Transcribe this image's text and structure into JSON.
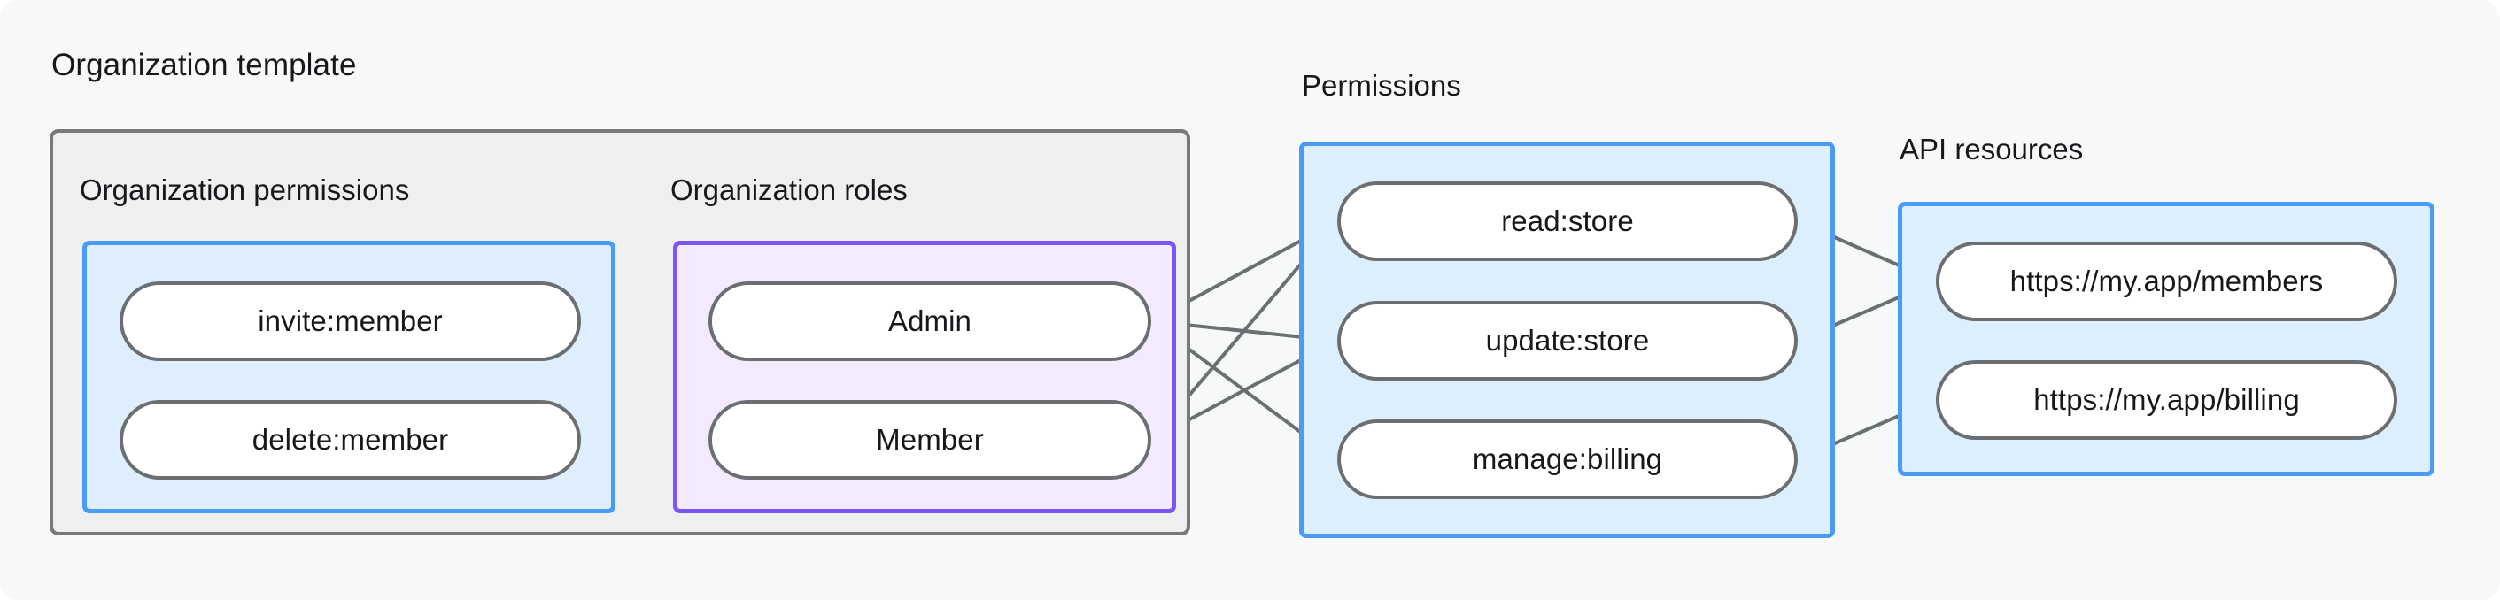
{
  "diagram": {
    "title_visible": false,
    "background_color": "#f7f8f8"
  },
  "groups": {
    "organization_template": {
      "label": "Organization template",
      "border_color": "#77797b",
      "fill_color": "#eeefef"
    },
    "organization_permissions": {
      "label": "Organization permissions",
      "border_color": "#4a9bf5",
      "fill_color": "#dfeefc",
      "nodes": [
        {
          "label": "invite:member"
        },
        {
          "label": "delete:member"
        }
      ]
    },
    "organization_roles": {
      "label": "Organization roles",
      "border_color": "#7c55f8",
      "fill_color": "#f3ebfd",
      "nodes": [
        {
          "label": "Admin"
        },
        {
          "label": "Member"
        }
      ]
    },
    "permissions": {
      "label": "Permissions",
      "border_color": "#4a9bf5",
      "fill_color": "#ddeefc",
      "nodes": [
        {
          "label": "read:store"
        },
        {
          "label": "update:store"
        },
        {
          "label": "manage:billing"
        }
      ]
    },
    "api_resources": {
      "label": "API resources",
      "border_color": "#4a9bf5",
      "fill_color": "#ddeefc",
      "nodes": [
        {
          "label": "https://my.app/members"
        },
        {
          "label": "https://my.app/billing"
        }
      ]
    }
  },
  "edges": [
    {
      "from": "invite:member",
      "to": "Admin"
    },
    {
      "from": "invite:member",
      "to": "Member"
    },
    {
      "from": "delete:member",
      "to": "Member"
    },
    {
      "from": "Admin",
      "to": "read:store"
    },
    {
      "from": "Admin",
      "to": "update:store"
    },
    {
      "from": "Admin",
      "to": "manage:billing"
    },
    {
      "from": "Member",
      "to": "read:store"
    },
    {
      "from": "Member",
      "to": "update:store"
    },
    {
      "from": "read:store",
      "to": "https://my.app/members"
    },
    {
      "from": "update:store",
      "to": "https://my.app/members"
    },
    {
      "from": "manage:billing",
      "to": "https://my.app/billing"
    }
  ],
  "edge_style": {
    "line_color": "#6b6f72",
    "dot_color": "#6b6f72"
  }
}
